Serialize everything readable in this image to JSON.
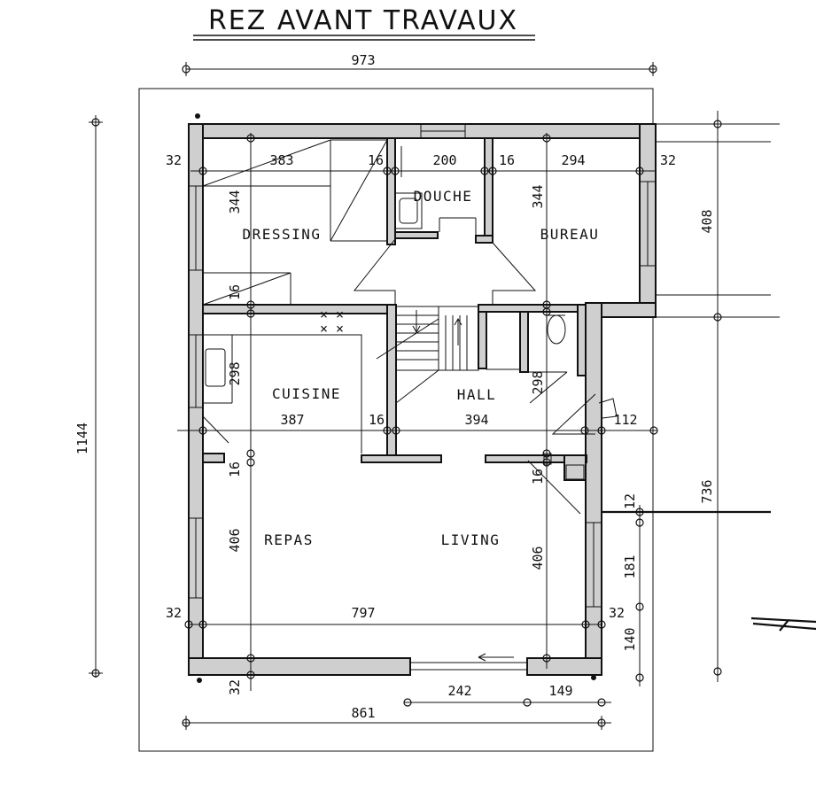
{
  "title": "REZ AVANT TRAVAUX",
  "rooms": {
    "dressing": "DRESSING",
    "douche": "DOUCHE",
    "bureau": "BUREAU",
    "cuisine": "CUISINE",
    "hall": "HALL",
    "repas": "REPAS",
    "living": "LIVING"
  },
  "dimensions": {
    "overall_width": "973",
    "overall_height": "1144",
    "bottom_width": "861",
    "upper_right_height": "408",
    "lower_right_height": "736",
    "dressing_width": "383",
    "douche_width": "200",
    "bureau_width": "294",
    "wall_top_left": "32",
    "wall_top_right": "32",
    "wall_dressing_douche": "16",
    "wall_douche_bureau": "16",
    "dressing_depth": "344",
    "bureau_depth": "344",
    "dressing_lower_wall": "16",
    "cuisine_depth": "298",
    "hall_depth": "298",
    "cuisine_width": "387",
    "hall_width": "394",
    "wall_cuisine_hall": "16",
    "entry_offset": "112",
    "wall_cuisine_repas": "16",
    "wall_hall_living": "16",
    "repas_depth": "406",
    "living_depth": "406",
    "repas_living_width": "797",
    "wall_bottom_left": "32",
    "wall_bottom_right": "32",
    "wall_bottom": "32",
    "right_step_12": "12",
    "right_181": "181",
    "right_140": "140",
    "window_bottom": "242",
    "pier_bottom": "149"
  }
}
